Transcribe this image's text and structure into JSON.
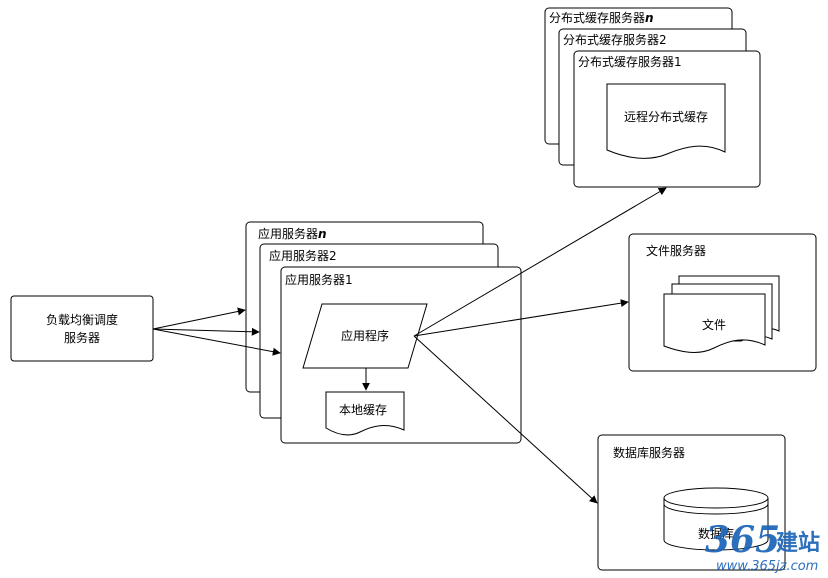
{
  "load_balancer": {
    "line1": "负载均衡调度",
    "line2": "服务器"
  },
  "app_servers": {
    "n": "应用服务器",
    "n_suffix": "n",
    "second": "应用服务器2",
    "first": "应用服务器1",
    "program": "应用程序",
    "local_cache": "本地缓存"
  },
  "cache_servers": {
    "n": "分布式缓存服务器",
    "n_suffix": "n",
    "second": "分布式缓存服务器2",
    "first": "分布式缓存服务器1",
    "remote_cache": "远程分布式缓存"
  },
  "file_server": {
    "title": "文件服务器",
    "file": "文件"
  },
  "db_server": {
    "title": "数据库服务器",
    "db": "数据库"
  },
  "watermark": {
    "brand_num": "365",
    "brand_cn": "建站",
    "url": "www.365jz.com"
  },
  "colors": {
    "stroke": "#000000",
    "fill": "#ffffff",
    "watermark": "#1b63b8"
  }
}
